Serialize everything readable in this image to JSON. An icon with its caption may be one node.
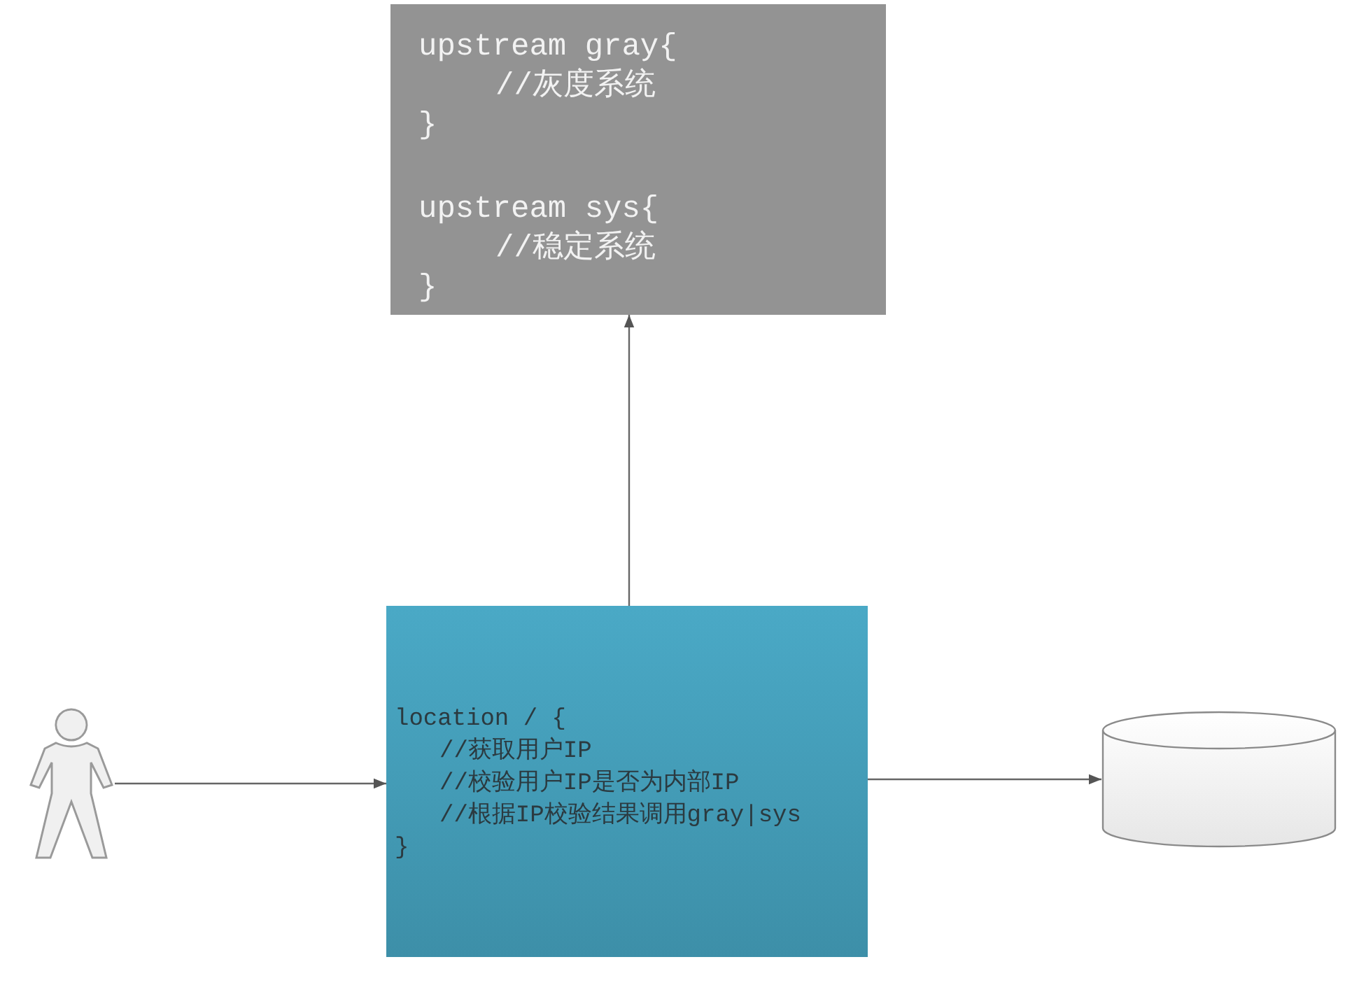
{
  "diagram": {
    "nodes": [
      {
        "text": [
          "upstream gray{",
          "//灰度系统",
          "}",
          "upstream sys{",
          "//稳定系统",
          "}"
        ]
      },
      {
        "text": [
          "location / {",
          "//获取用户IP",
          "//校验用户IP是否为内部IP",
          "//根据IP校验结果调用gray|sys",
          "}"
        ]
      },
      {
        "text": [],
        "shape": "person"
      },
      {
        "text": [],
        "shape": "cylinder"
      }
    ],
    "edges": [
      {
        "from": 2,
        "to": 1,
        "arrow": "to"
      },
      {
        "from": 1,
        "to": 3,
        "arrow": "to"
      },
      {
        "from": 1,
        "to": 0,
        "arrow": "to"
      }
    ]
  }
}
